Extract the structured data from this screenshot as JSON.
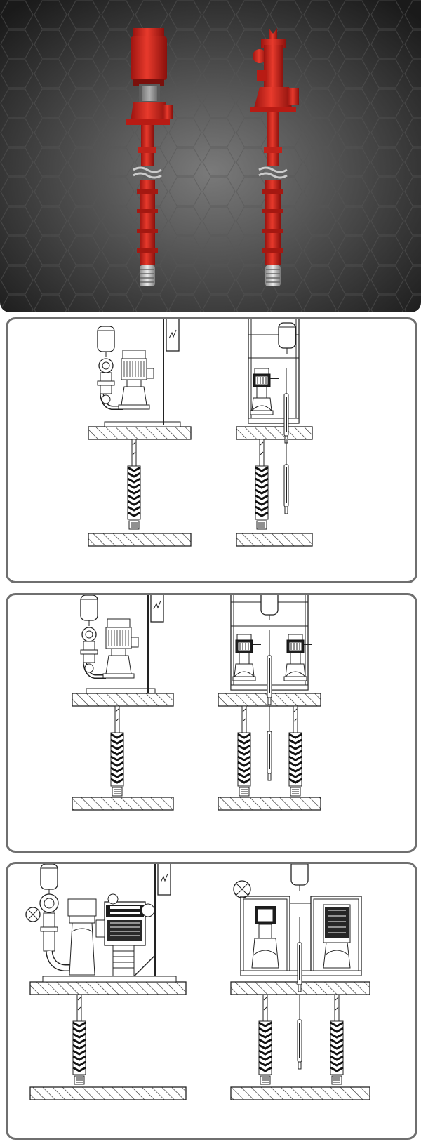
{
  "hero": {
    "background_color": "#2b2b2b",
    "pump_color": "#d8271c",
    "pumps": [
      "electric-motor-vertical-turbine-pump",
      "diesel-right-angle-gear-vertical-turbine-pump"
    ]
  },
  "panels": [
    {
      "id": "single-electric-pump-layout",
      "views": [
        "side-view",
        "front-view"
      ]
    },
    {
      "id": "electric-pump-with-jockey-layout",
      "views": [
        "side-view",
        "front-view-dual"
      ]
    },
    {
      "id": "diesel-engine-pump-layout",
      "views": [
        "side-view",
        "front-view-dual"
      ]
    }
  ],
  "colors": {
    "line": "#222222",
    "panel_border": "#6f6f6f"
  }
}
